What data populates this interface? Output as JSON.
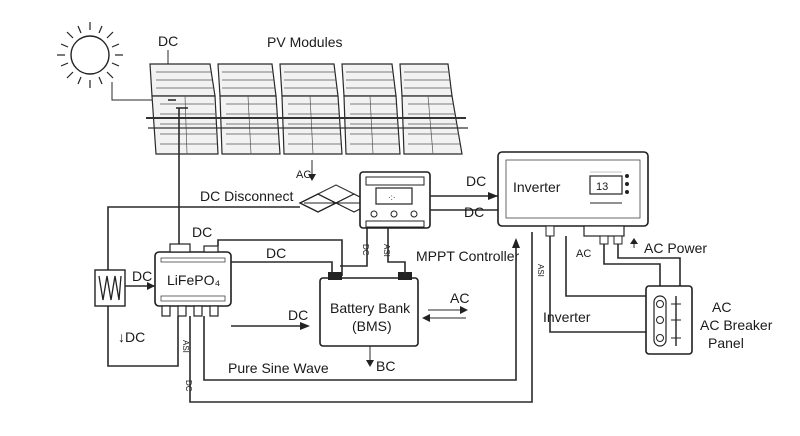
{
  "labels": {
    "dc_sun": "DC",
    "pv_modules": "PV Modules",
    "ac_top": "AC",
    "dc_disconnect": "DC Disconnect",
    "dc_right_top": "DC",
    "dc_right_bottom": "DC",
    "dc_left_battery": "DC",
    "dc_mid": "DC",
    "dc_heater": "DC",
    "dc_heater_down": "↓DC",
    "lifepo4": "LiFePO₄",
    "battery_bank_line1": "Battery Bank",
    "battery_bank_line2": "(BMS)",
    "ac_battery": "AC",
    "dc_lower": "DC",
    "mppt_controller": "MPPT Controller",
    "inverter_brand": "Inverter",
    "lcd_value": "13",
    "ac_power": "AC Power",
    "ac_inverter": "AC",
    "inverter_label": "Inverter",
    "ac_panel": "AC",
    "ac_breaker_panel_line1": "AC Breaker",
    "ac_breaker_panel_line2": "Panel",
    "pure_sine_wave": "Pure Sine Wave",
    "bc": "BC",
    "side_asi_1": "ASI",
    "side_asi_2": "ASI",
    "side_asi_3": "ASI",
    "side_dc": "DC"
  },
  "icons": [
    "sun-icon",
    "solar-panel-icon",
    "dc-disconnect-switch-icon",
    "mppt-controller-icon",
    "inverter-icon",
    "lifepo4-battery-icon",
    "battery-bank-icon",
    "heater-coil-icon",
    "breaker-panel-icon"
  ],
  "colors": {
    "line": "#2a2a2a",
    "background": "#ffffff"
  }
}
